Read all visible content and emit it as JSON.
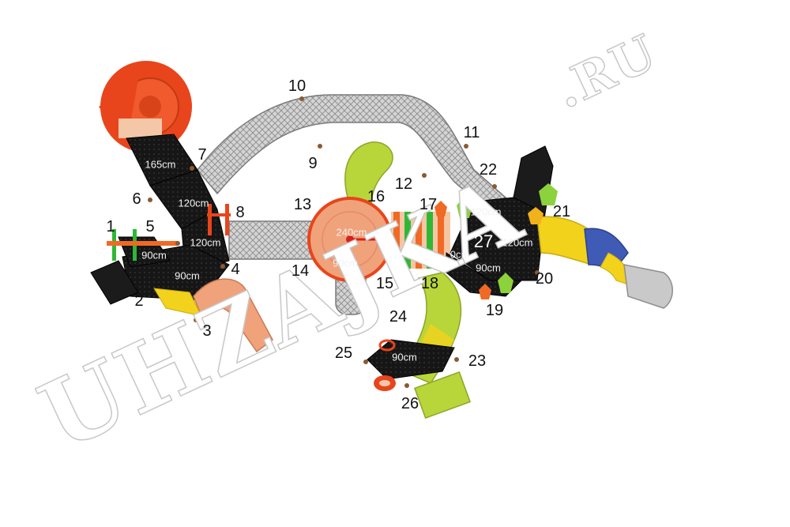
{
  "watermark": {
    "line1": "UHZAJKA",
    "line2": ".RU"
  },
  "heights": {
    "h165": "165cm",
    "h120_a": "120cm",
    "h120_b": "120cm",
    "h90_a": "90cm",
    "h90_b": "90cm",
    "h240": "240cm",
    "h90_c": "90cm",
    "h120_c": "120cm",
    "h120_d": "120cm",
    "h90_d": "0cm",
    "h90_e": "90cm",
    "h90_f": "90cm",
    "platform_27": "27"
  },
  "callouts": {
    "c1": "1",
    "c2": "2",
    "c3": "3",
    "c4": "4",
    "c5": "5",
    "c6": "6",
    "c7": "7",
    "c8": "8",
    "c9": "9",
    "c10": "10",
    "c11": "11",
    "c12": "12",
    "c13": "13",
    "c14": "14",
    "c15": "15",
    "c16": "16",
    "c17": "17",
    "c18": "18",
    "c19": "19",
    "c20": "20",
    "c21": "21",
    "c22": "22",
    "c23": "23",
    "c24": "24",
    "c25": "25",
    "c26": "26"
  },
  "colors": {
    "roof_orange": "#e8451c",
    "slide_peach": "#f0a27a",
    "lime": "#b8d63a",
    "yellow": "#f2d21b",
    "blue": "#3f5bb5",
    "deck": "#161616",
    "mesh": "#b9b9b9"
  }
}
